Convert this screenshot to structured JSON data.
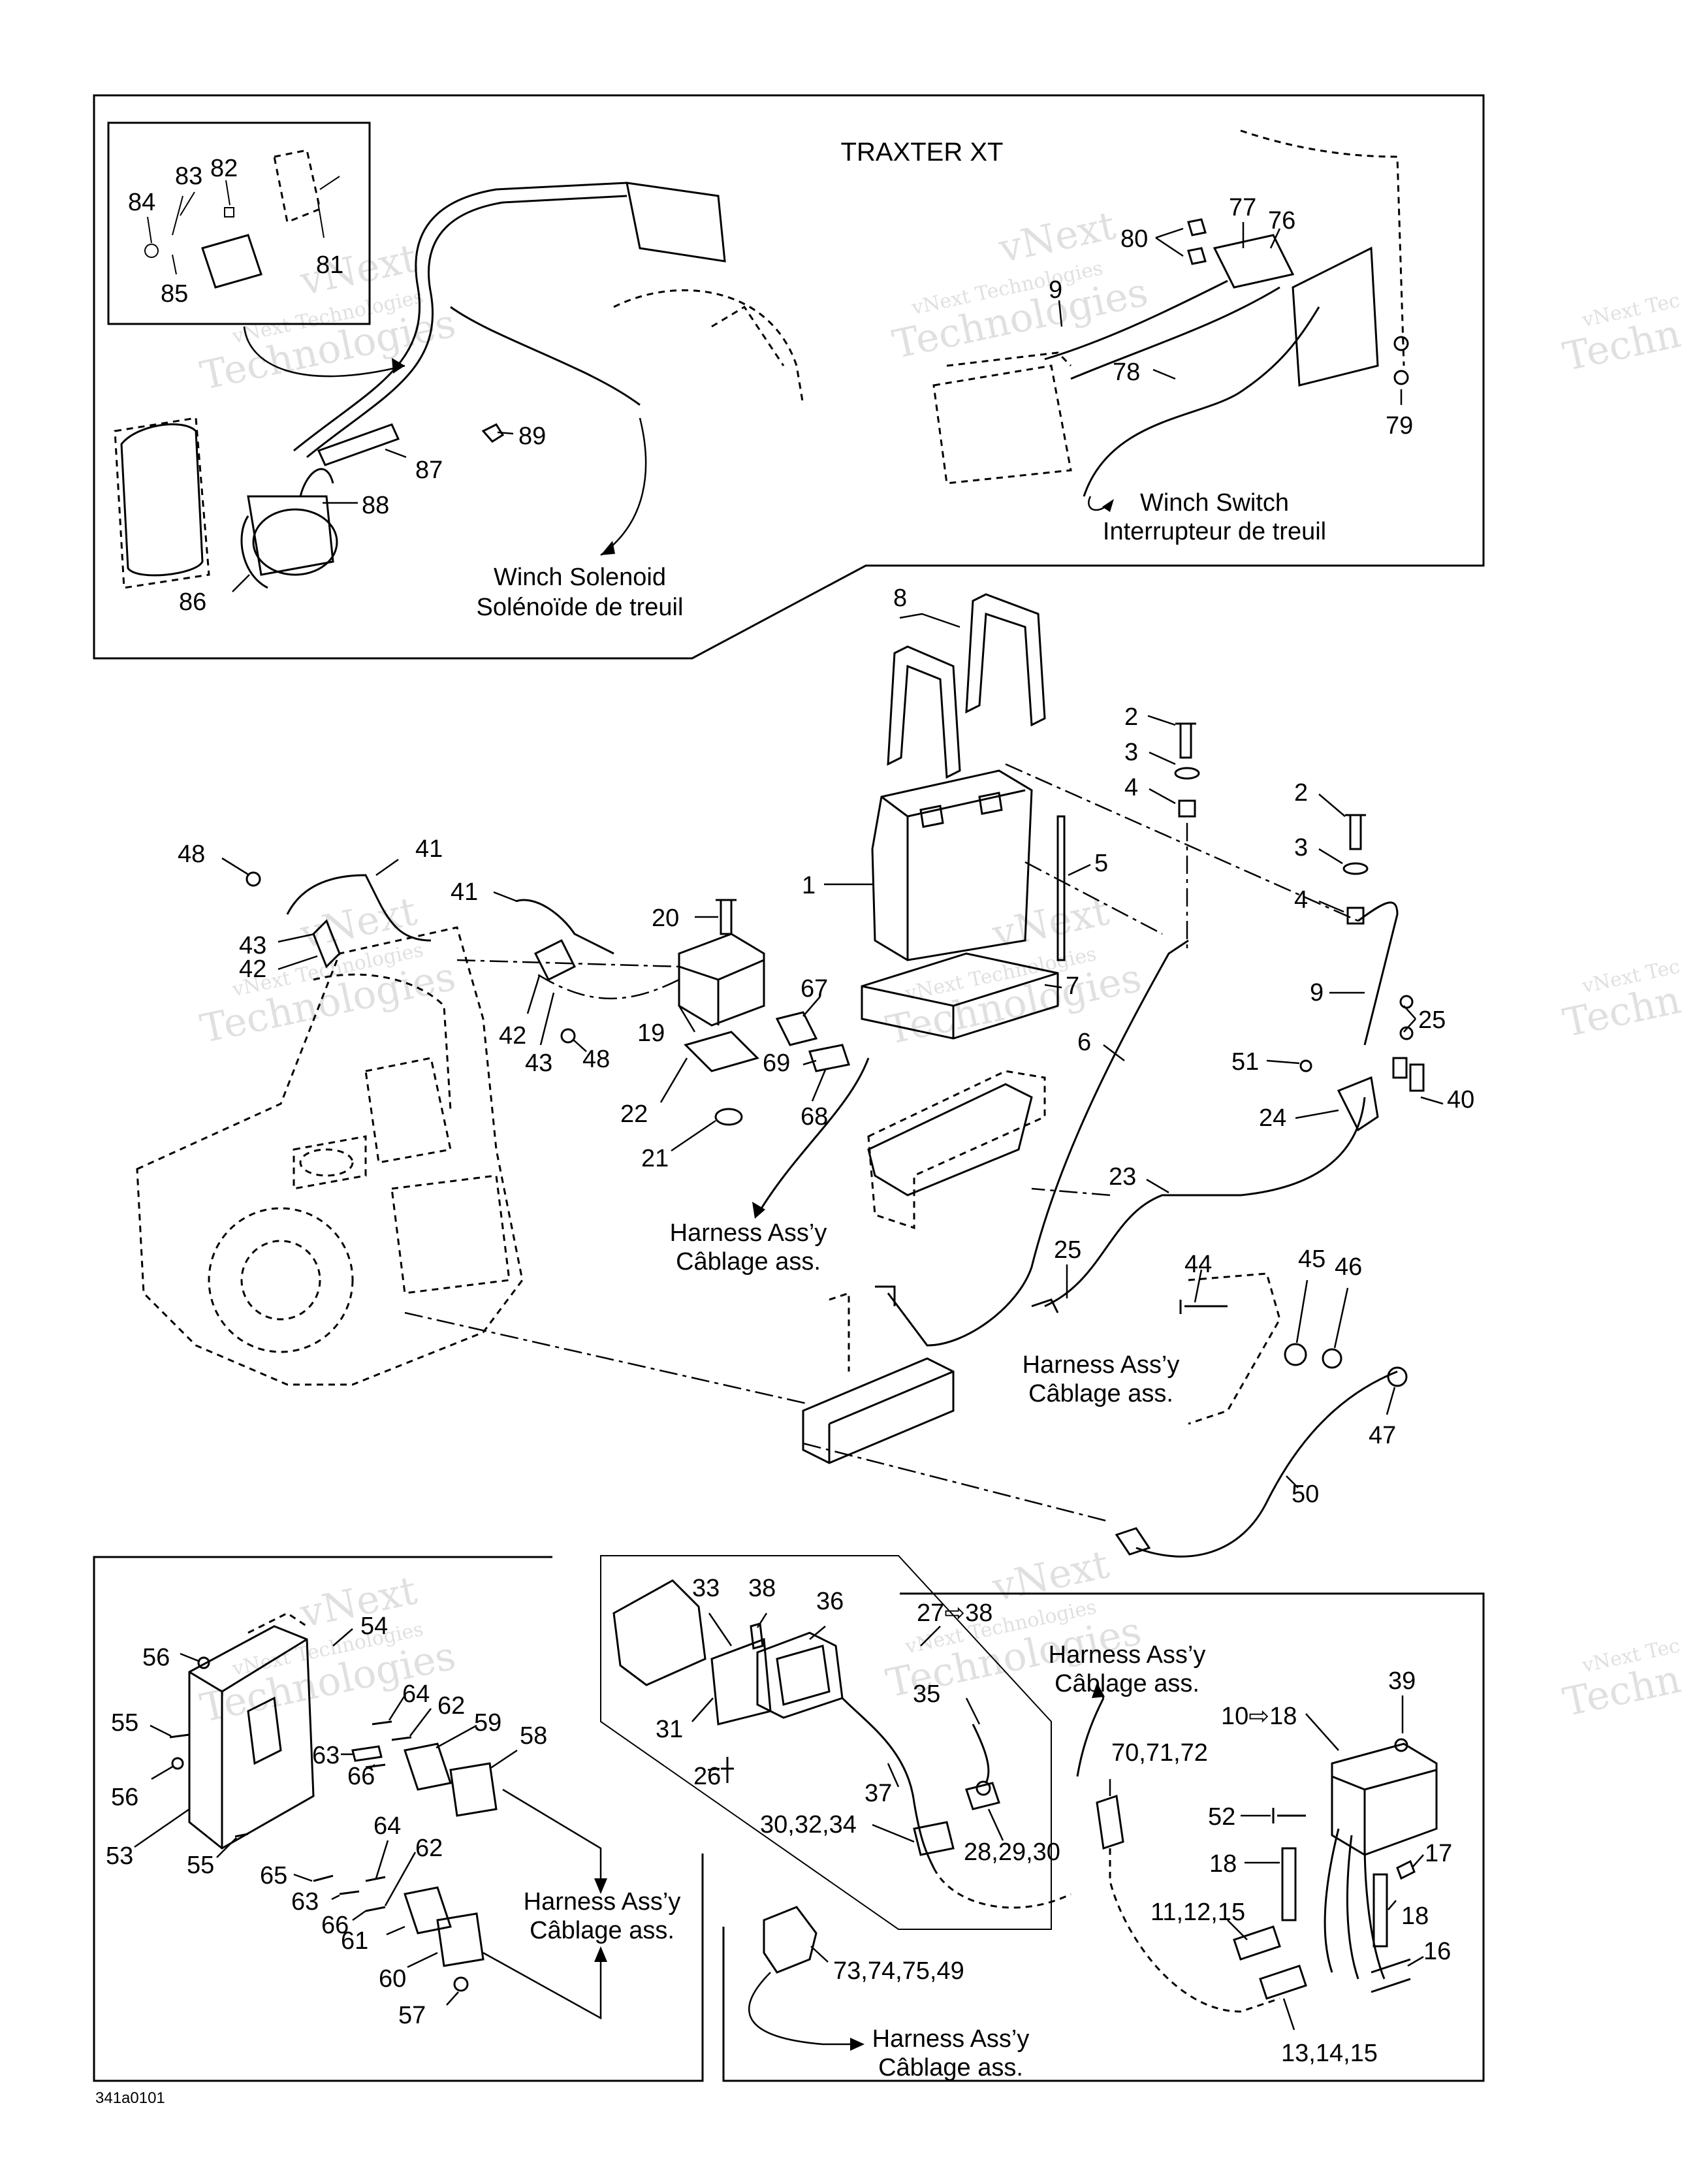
{
  "header": {
    "title": "TRAXTER XT"
  },
  "drawing_code": "341a0101",
  "watermark": {
    "line1": "vNext",
    "line2": "vNext Technologies",
    "line3": "Technologies",
    "partial1": "vNext Tec",
    "partial2": "Techno"
  },
  "callouts": {
    "winch_solenoid": {
      "en": "Winch Solenoid",
      "fr": "Solénoïde de treuil"
    },
    "winch_switch": {
      "en": "Winch Switch",
      "fr": "Interrupteur de treuil"
    },
    "harness": {
      "en": "Harness Ass’y",
      "fr": "Câblage ass."
    }
  },
  "parts": {
    "p84": "84",
    "p83": "83",
    "p82": "82",
    "p81": "81",
    "p85": "85",
    "p87": "87",
    "p88": "88",
    "p86": "86",
    "p89": "89",
    "p80": "80",
    "p77": "77",
    "p76": "76",
    "p9": "9",
    "p78": "78",
    "p79": "79",
    "p8": "8",
    "p2": "2",
    "p3": "3",
    "p4": "4",
    "p5": "5",
    "p1": "1",
    "p7": "7",
    "p48": "48",
    "p41": "41",
    "p43": "43",
    "p42": "42",
    "p20": "20",
    "p19": "19",
    "p67": "67",
    "p69": "69",
    "p68": "68",
    "p22": "22",
    "p21": "21",
    "p6": "6",
    "p25": "25",
    "p51": "51",
    "p24": "24",
    "p40": "40",
    "p23": "23",
    "p44": "44",
    "p45": "45",
    "p46": "46",
    "p47": "47",
    "p50": "50",
    "p54": "54",
    "p56": "56",
    "p64": "64",
    "p62": "62",
    "p59": "59",
    "p63": "63",
    "p66": "66",
    "p58": "58",
    "p55": "55",
    "p53": "53",
    "p65": "65",
    "p61": "61",
    "p60": "60",
    "p57": "57",
    "p33": "33",
    "p38": "38",
    "p36": "36",
    "p27_38": "27⇨38",
    "p35": "35",
    "p31": "31",
    "p26": "26",
    "p37": "37",
    "p30_32_34": "30,32,34",
    "p28_29_30": "28,29,30",
    "p73_74_75_49": "73,74,75,49",
    "p70_71_72": "70,71,72",
    "p10_18": "10⇨18",
    "p39": "39",
    "p52": "52",
    "p18": "18",
    "p17": "17",
    "p11_12_15": "11,12,15",
    "p16": "16",
    "p13_14_15": "13,14,15"
  }
}
